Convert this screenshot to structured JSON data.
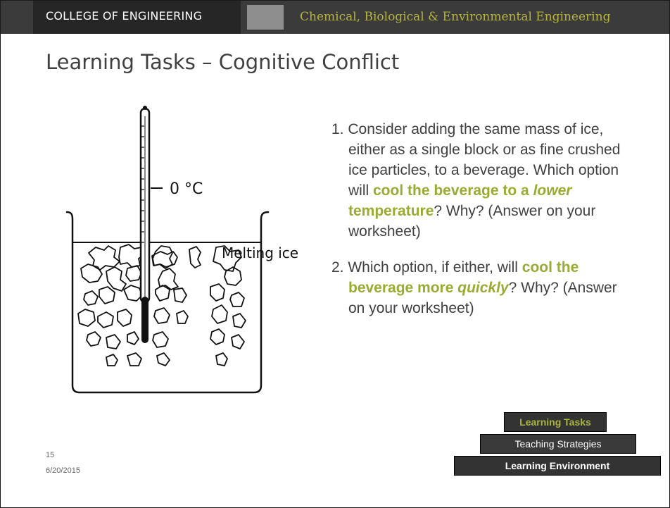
{
  "header": {
    "college": "COLLEGE OF ENGINEERING",
    "department": "Chemical, Biological & Environmental Engineering"
  },
  "title": "Learning Tasks – Cognitive Conflict",
  "figure": {
    "temperature_label": "0 °C",
    "ice_label": "Melting ice"
  },
  "questions": [
    {
      "number": "1.",
      "text_a": "Consider adding the same mass of ice, either as a single block or as fine crushed ice particles, to a beverage.  Which option will ",
      "highlight_a": "cool the beverage to a ",
      "highlight_emph": "lower",
      "highlight_b": " temperature",
      "text_b": "?  Why? (Answer on your worksheet)"
    },
    {
      "number": "2.",
      "text_a": "Which option, if either, will ",
      "highlight_a": "cool the beverage more ",
      "highlight_emph": "quickly",
      "text_b": "? Why?  (Answer on your worksheet)"
    }
  ],
  "footer": {
    "slide_number": "15",
    "date": "6/20/2015"
  },
  "pyramid": [
    "Learning Tasks",
    "Teaching Strategies",
    "Learning Environment"
  ],
  "colors": {
    "accent": "#9aab32",
    "header_dark": "#262626",
    "header_bar": "#3b3b3b",
    "text": "#404040"
  }
}
